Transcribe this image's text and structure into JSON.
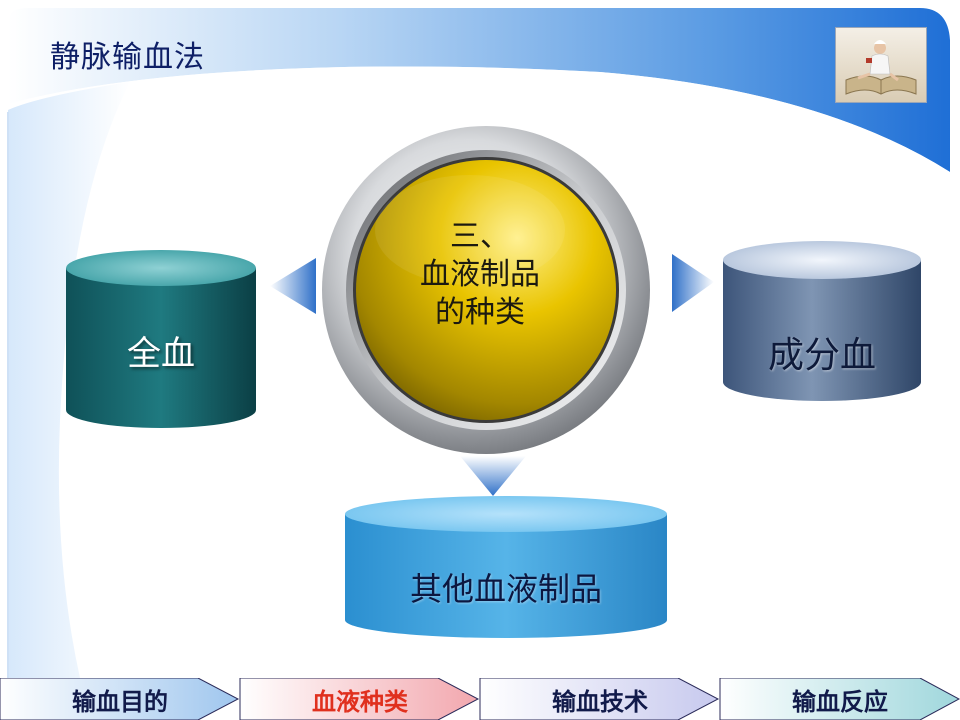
{
  "slide": {
    "title": "静脉输血法",
    "photo_alt": "nurse-on-book-photo"
  },
  "hub": {
    "line1": "三、",
    "line2": "血液制品",
    "line3": "的种类"
  },
  "categories": {
    "left": "全血",
    "right": "成分血",
    "bottom": "其他血液制品"
  },
  "nav": {
    "tabs": [
      {
        "label": "输血目的",
        "active": false
      },
      {
        "label": "血液种类",
        "active": true
      },
      {
        "label": "输血技术",
        "active": false
      },
      {
        "label": "输血反应",
        "active": false
      }
    ]
  },
  "colors": {
    "header_blue": "#2f7ad8",
    "title_text": "#0e1f66",
    "active_tab_text": "#e0301e",
    "hub_gold": "#d8b000",
    "teal_cylinder": "#1f6f74",
    "slate_cylinder": "#5a7396",
    "sky_cylinder": "#3aa0dc"
  }
}
